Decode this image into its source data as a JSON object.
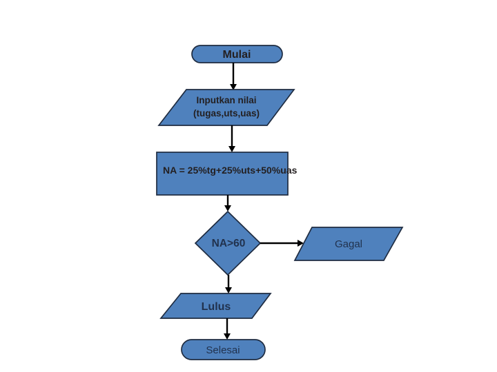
{
  "slide": {
    "background": "#ffffff"
  },
  "colors": {
    "shape_fill": "#4f81bd",
    "shape_border": "#1e2b40",
    "connector": "#000000",
    "text_primary": "#231f20",
    "text_secondary": "#21324e"
  },
  "flowchart": {
    "start": {
      "type": "terminator",
      "label": "Mulai"
    },
    "input": {
      "type": "input-output",
      "line1": "Inputkan nilai",
      "line2": "(tugas,uts,uas)"
    },
    "process": {
      "type": "process",
      "label": "NA = 25%tg+25%uts+50%uas"
    },
    "decision": {
      "type": "decision",
      "label": "NA>60"
    },
    "fail": {
      "type": "input-output",
      "label": "Gagal"
    },
    "pass": {
      "type": "input-output",
      "label": "Lulus"
    },
    "end": {
      "type": "terminator",
      "label": "Selesai"
    }
  }
}
